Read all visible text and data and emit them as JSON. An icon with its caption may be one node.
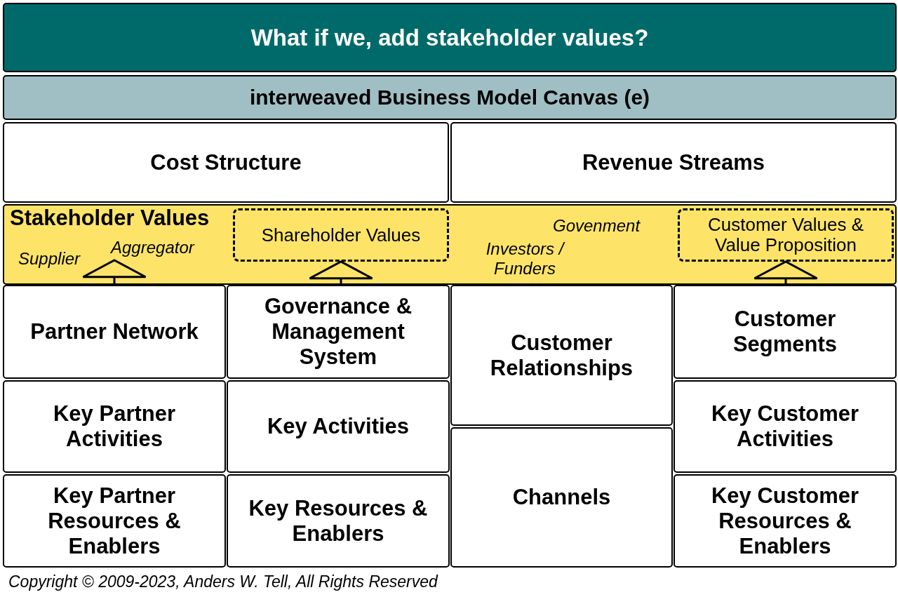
{
  "diagram": {
    "caption": "Copyright © 2009-2023, Anders W. Tell, All Rights Reserved",
    "nodes": [
      {
        "text": [
          "What if we, add stakeholder values?"
        ]
      },
      {
        "text": [
          "interweaved Business Model Canvas (e)"
        ]
      },
      {
        "text": [
          "Cost Structure"
        ]
      },
      {
        "text": [
          "Revenue Streams"
        ]
      },
      {
        "text": [
          "Stakeholder Values",
          "Supplier",
          "Aggregator",
          "Govenment",
          "Investors / Funders"
        ]
      },
      {
        "text": [
          "Shareholder Values"
        ],
        "in": 4
      },
      {
        "text": [
          "Customer Values & Value Proposition"
        ],
        "in": 4
      },
      {
        "text": [
          "Partner Network"
        ]
      },
      {
        "text": [
          "Governance & Management System"
        ]
      },
      {
        "text": [
          "Customer Relationships"
        ]
      },
      {
        "text": [
          "Customer Segments"
        ]
      },
      {
        "text": [
          "Key Partner Activities"
        ]
      },
      {
        "text": [
          "Key Activities"
        ]
      },
      {
        "text": [
          "Key Customer Activities"
        ]
      },
      {
        "text": [
          "Channels"
        ]
      },
      {
        "text": [
          "Key Partner Resources & Enablers"
        ]
      },
      {
        "text": [
          "Key Resources & Enablers"
        ]
      },
      {
        "text": [
          "Key Customer Resources & Enablers"
        ]
      }
    ],
    "edges": [
      {
        "from": 7,
        "to": 4,
        "arrow": "to"
      },
      {
        "from": 8,
        "to": 5,
        "arrow": "to"
      },
      {
        "from": 10,
        "to": 6,
        "arrow": "to"
      }
    ]
  }
}
